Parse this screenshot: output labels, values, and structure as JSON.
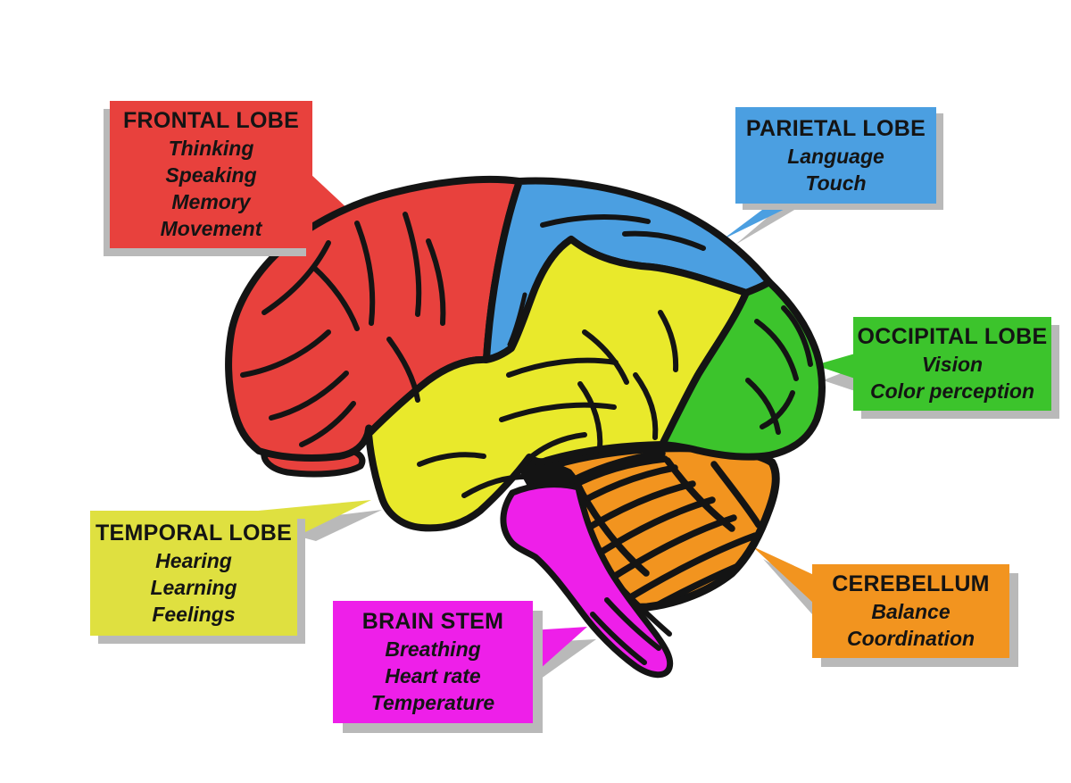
{
  "diagram": {
    "type": "labeled-brain-anatomy-diagram",
    "background": "#ffffff"
  },
  "colors": {
    "frontal": "#e8413d",
    "parietal": "#4b9fe1",
    "occipital": "#3cc42c",
    "temporal": "#dfe040",
    "brainstem": "#ee1fe9",
    "cerebellum": "#f2941f",
    "brain_yellow": "#e9e92b",
    "outline": "#141414",
    "shadow": "#b9b9b9",
    "text": "#141414"
  },
  "callouts": [
    {
      "id": "frontal",
      "title": "FRONTAL LOBE",
      "items": [
        "Thinking",
        "Speaking",
        "Memory",
        "Movement"
      ]
    },
    {
      "id": "parietal",
      "title": "PARIETAL LOBE",
      "items": [
        "Language",
        "Touch"
      ]
    },
    {
      "id": "occipital",
      "title": "OCCIPITAL LOBE",
      "items": [
        "Vision",
        "Color perception"
      ]
    },
    {
      "id": "temporal",
      "title": "TEMPORAL LOBE",
      "items": [
        "Hearing",
        "Learning",
        "Feelings"
      ]
    },
    {
      "id": "brainstem",
      "title": "BRAIN STEM",
      "items": [
        "Breathing",
        "Heart rate",
        "Temperature"
      ]
    },
    {
      "id": "cerebellum",
      "title": "CEREBELLUM",
      "items": [
        "Balance",
        "Coordination"
      ]
    }
  ],
  "brain_regions": [
    {
      "name": "Frontal lobe",
      "color_key": "frontal"
    },
    {
      "name": "Parietal lobe",
      "color_key": "parietal"
    },
    {
      "name": "Temporal lobe",
      "color_key": "brain_yellow"
    },
    {
      "name": "Occipital lobe",
      "color_key": "occipital"
    },
    {
      "name": "Cerebellum",
      "color_key": "cerebellum"
    },
    {
      "name": "Brain stem",
      "color_key": "brainstem"
    }
  ]
}
